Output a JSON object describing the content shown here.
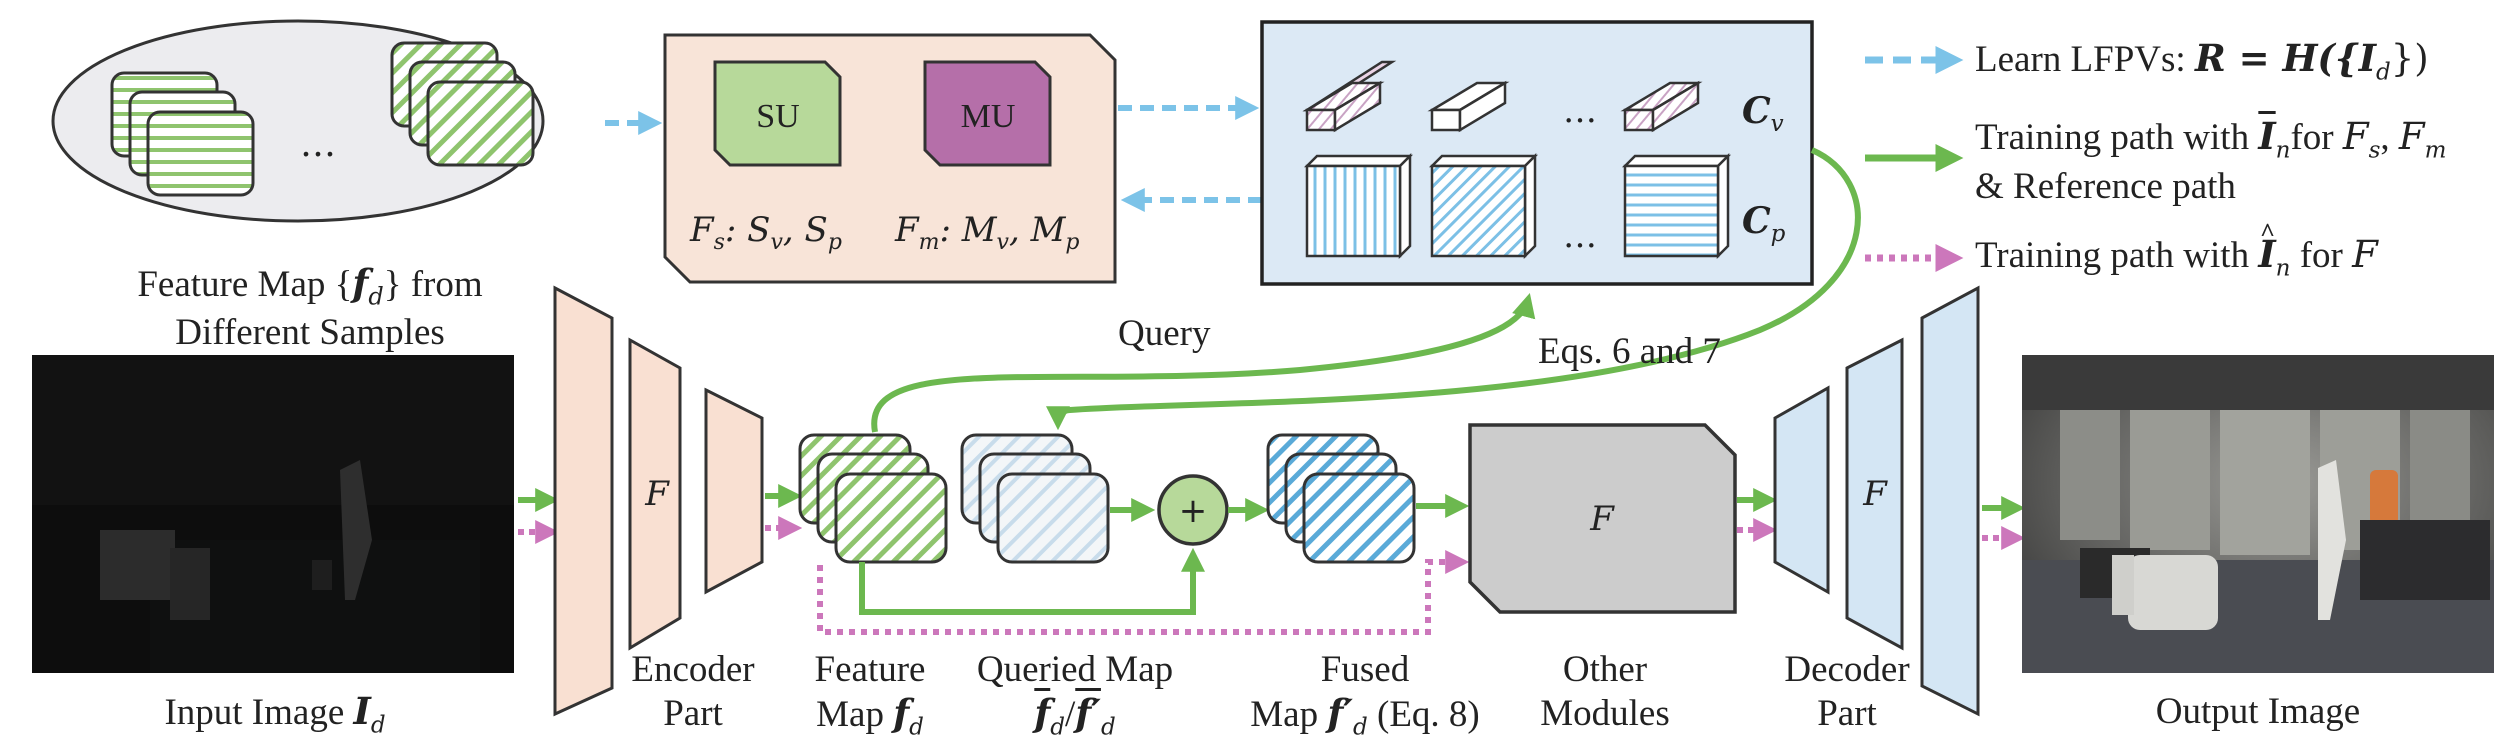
{
  "samples": {
    "ellipsis": "…",
    "caption_line1": "Feature Map {",
    "caption_f": "f",
    "caption_sub": "d",
    "caption_tail": "} from",
    "caption_line2": "Different Samples"
  },
  "unit_box": {
    "su_label": "SU",
    "mu_label": "MU",
    "fs_formula": "F",
    "fs_sub": "s",
    "fs_rest": ": S",
    "sv_sub": "v",
    "sp_pre": ", S",
    "sp_sub": "p",
    "fm_formula": "F",
    "fm_sub": "m",
    "fm_rest": ": M",
    "mv_sub": "v",
    "mp_pre": ", M",
    "mp_sub": "p"
  },
  "codebook": {
    "cv_label": "C",
    "cv_sub": "v",
    "cp_label": "C",
    "cp_sub": "p",
    "ellipsis": "…"
  },
  "legend": {
    "item1_text": "Learn LFPVs: ",
    "item1_math": "R = H({I",
    "item1_sub": "d",
    "item1_close": "})",
    "item2_line1": "Training path with ",
    "item2_I": "I",
    "item2_n": "n",
    "item2_for": "for ",
    "item2_fs": "F",
    "item2_fs_sub": "s",
    "item2_comma": ", ",
    "item2_fm": "F",
    "item2_fm_sub": "m",
    "item2_line2": "& Reference path",
    "item3_text": "Training path with ",
    "item3_I": "I",
    "item3_n": "n",
    "item3_for": " for ",
    "item3_F": "F"
  },
  "flow": {
    "query_label": "Query",
    "eqs_label": "Eqs. 6 and 7",
    "plus": "+",
    "encoder_F": "F",
    "other_F": "F",
    "decoder_F": "F"
  },
  "captions": {
    "input_text": "Input Image ",
    "input_I": "I",
    "input_sub": "d",
    "encoder_line1": "Encoder",
    "encoder_line2": "Part",
    "feature_line1": "Feature",
    "feature_line2": "Map ",
    "feature_f": "f",
    "feature_sub": "d",
    "queried_line1": "Queried Map",
    "queried_f1": "f",
    "queried_sub1": "d",
    "queried_slash": "/",
    "queried_f2": "f′",
    "queried_sub2": "d",
    "fused_line1": "Fused",
    "fused_line2": "Map ",
    "fused_f": "f′",
    "fused_sub": "d",
    "fused_eq": " (Eq. 8)",
    "other_line1": "Other",
    "other_line2": "Modules",
    "decoder_line1": "Decoder",
    "decoder_line2": "Part",
    "output_text": "Output Image"
  },
  "colors": {
    "green": "#6cb84f",
    "light_blue": "#7cc3e8",
    "pink_dotted": "#cc77bb",
    "encoder_fill": "#f9e0d2",
    "decoder_fill": "#d4e6f4",
    "unit_box_fill": "#f8e4d8",
    "codebook_fill": "#dce9f5",
    "su_fill": "#b7d99a",
    "mu_fill": "#b56fa9",
    "module_fill": "#cccccc"
  }
}
